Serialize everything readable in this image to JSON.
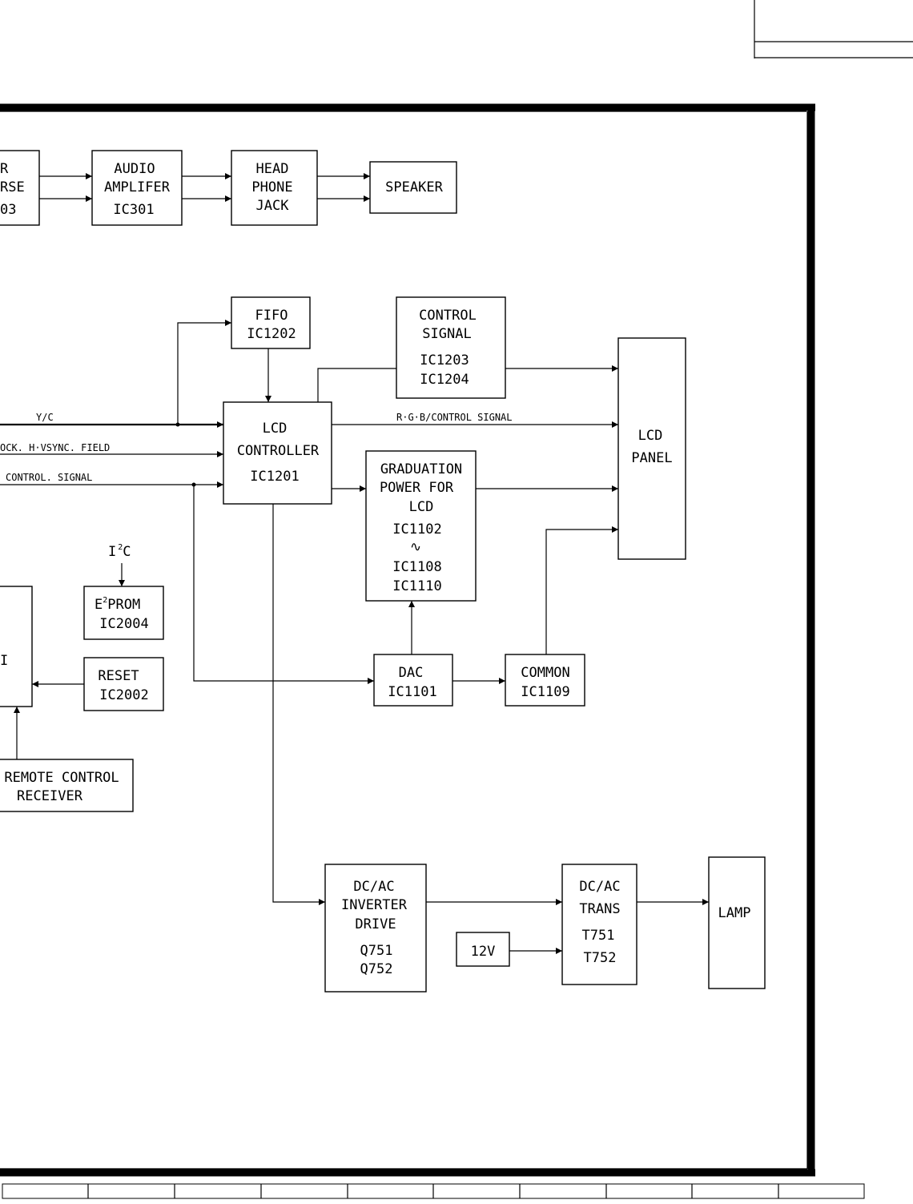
{
  "blocks": {
    "sound_proc": {
      "lines": [
        "R",
        "RSE",
        "03"
      ]
    },
    "audio_amp": {
      "lines": [
        "AUDIO",
        "AMPLIFER",
        "IC301"
      ]
    },
    "headphone": {
      "lines": [
        "HEAD",
        "PHONE",
        "JACK"
      ]
    },
    "speaker": {
      "lines": [
        "SPEAKER"
      ]
    },
    "fifo": {
      "lines": [
        "FIFO",
        "IC1202"
      ]
    },
    "control_signal": {
      "lines": [
        "CONTROL",
        "SIGNAL",
        "IC1203",
        "IC1204"
      ]
    },
    "lcd_controller": {
      "lines": [
        "LCD",
        "CONTROLLER",
        "IC1201"
      ]
    },
    "lcd_panel": {
      "lines": [
        "LCD",
        "PANEL"
      ]
    },
    "graduation": {
      "lines": [
        "GRADUATION",
        "POWER FOR",
        "LCD",
        "IC1102",
        "∿",
        "IC1108",
        "IC1110"
      ]
    },
    "eprom": {
      "prefix": "E",
      "sup": "2",
      "suffix": "PROM",
      "lines": [
        "IC2004"
      ]
    },
    "reset": {
      "lines": [
        "RESET",
        "IC2002"
      ]
    },
    "microcomputer": {
      "lines": [
        "I"
      ]
    },
    "remote": {
      "lines": [
        "REMOTE CONTROL",
        "RECEIVER"
      ]
    },
    "dac": {
      "lines": [
        "DAC",
        "IC1101"
      ]
    },
    "common": {
      "lines": [
        "COMMON",
        "IC1109"
      ]
    },
    "inverter_drive": {
      "lines": [
        "DC/AC",
        "INVERTER",
        "DRIVE",
        "Q751",
        "Q752"
      ]
    },
    "trans": {
      "lines": [
        "DC/AC",
        "TRANS",
        "T751",
        "T752"
      ]
    },
    "v12": {
      "lines": [
        "12V"
      ]
    },
    "lamp": {
      "lines": [
        "LAMP"
      ]
    }
  },
  "signals": {
    "yc": "Y/C",
    "clock": "OCK. H·VSYNC. FIELD",
    "control": "CONTROL. SIGNAL",
    "rgb": "R·G·B/CONTROL SIGNAL",
    "i2c_prefix": "I",
    "i2c_sup": "2",
    "i2c_suffix": "C"
  }
}
